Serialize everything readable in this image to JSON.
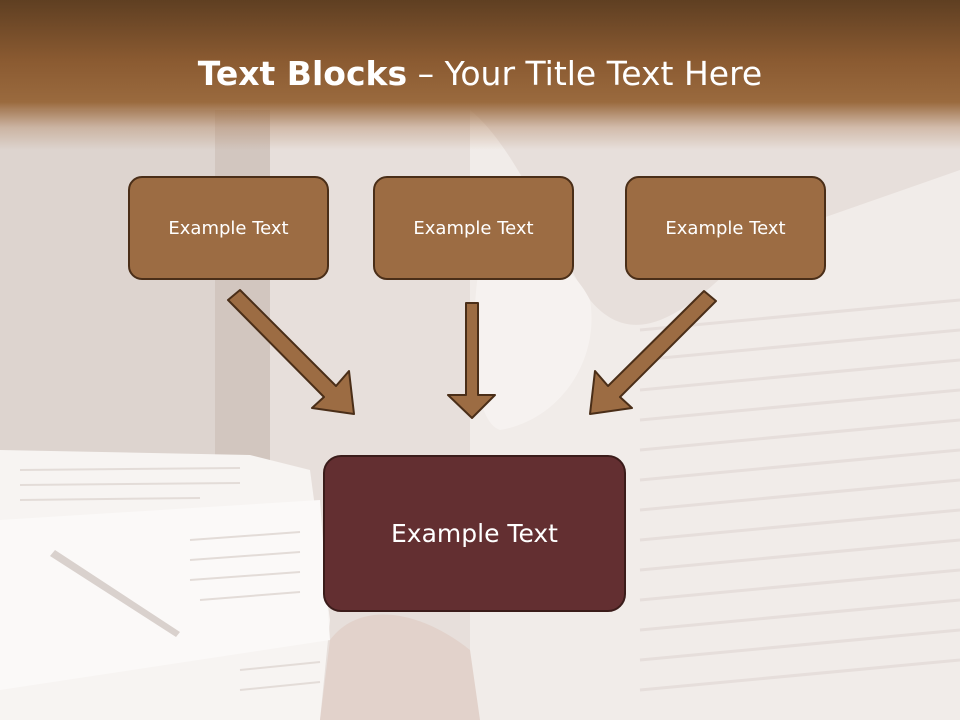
{
  "slide": {
    "title_bold": "Text Blocks",
    "title_dash": " – ",
    "title_rest": "Your Title Text Here"
  },
  "blocks": [
    {
      "label": "Example Text"
    },
    {
      "label": "Example Text"
    },
    {
      "label": "Example Text"
    }
  ],
  "target_block": {
    "label": "Example Text"
  },
  "colors": {
    "header_dark": "#5f3f22",
    "block_fill": "#9c6c43",
    "block_border": "#4a2e18",
    "target_fill": "#632f31",
    "arrow_fill": "#9c6c43"
  }
}
